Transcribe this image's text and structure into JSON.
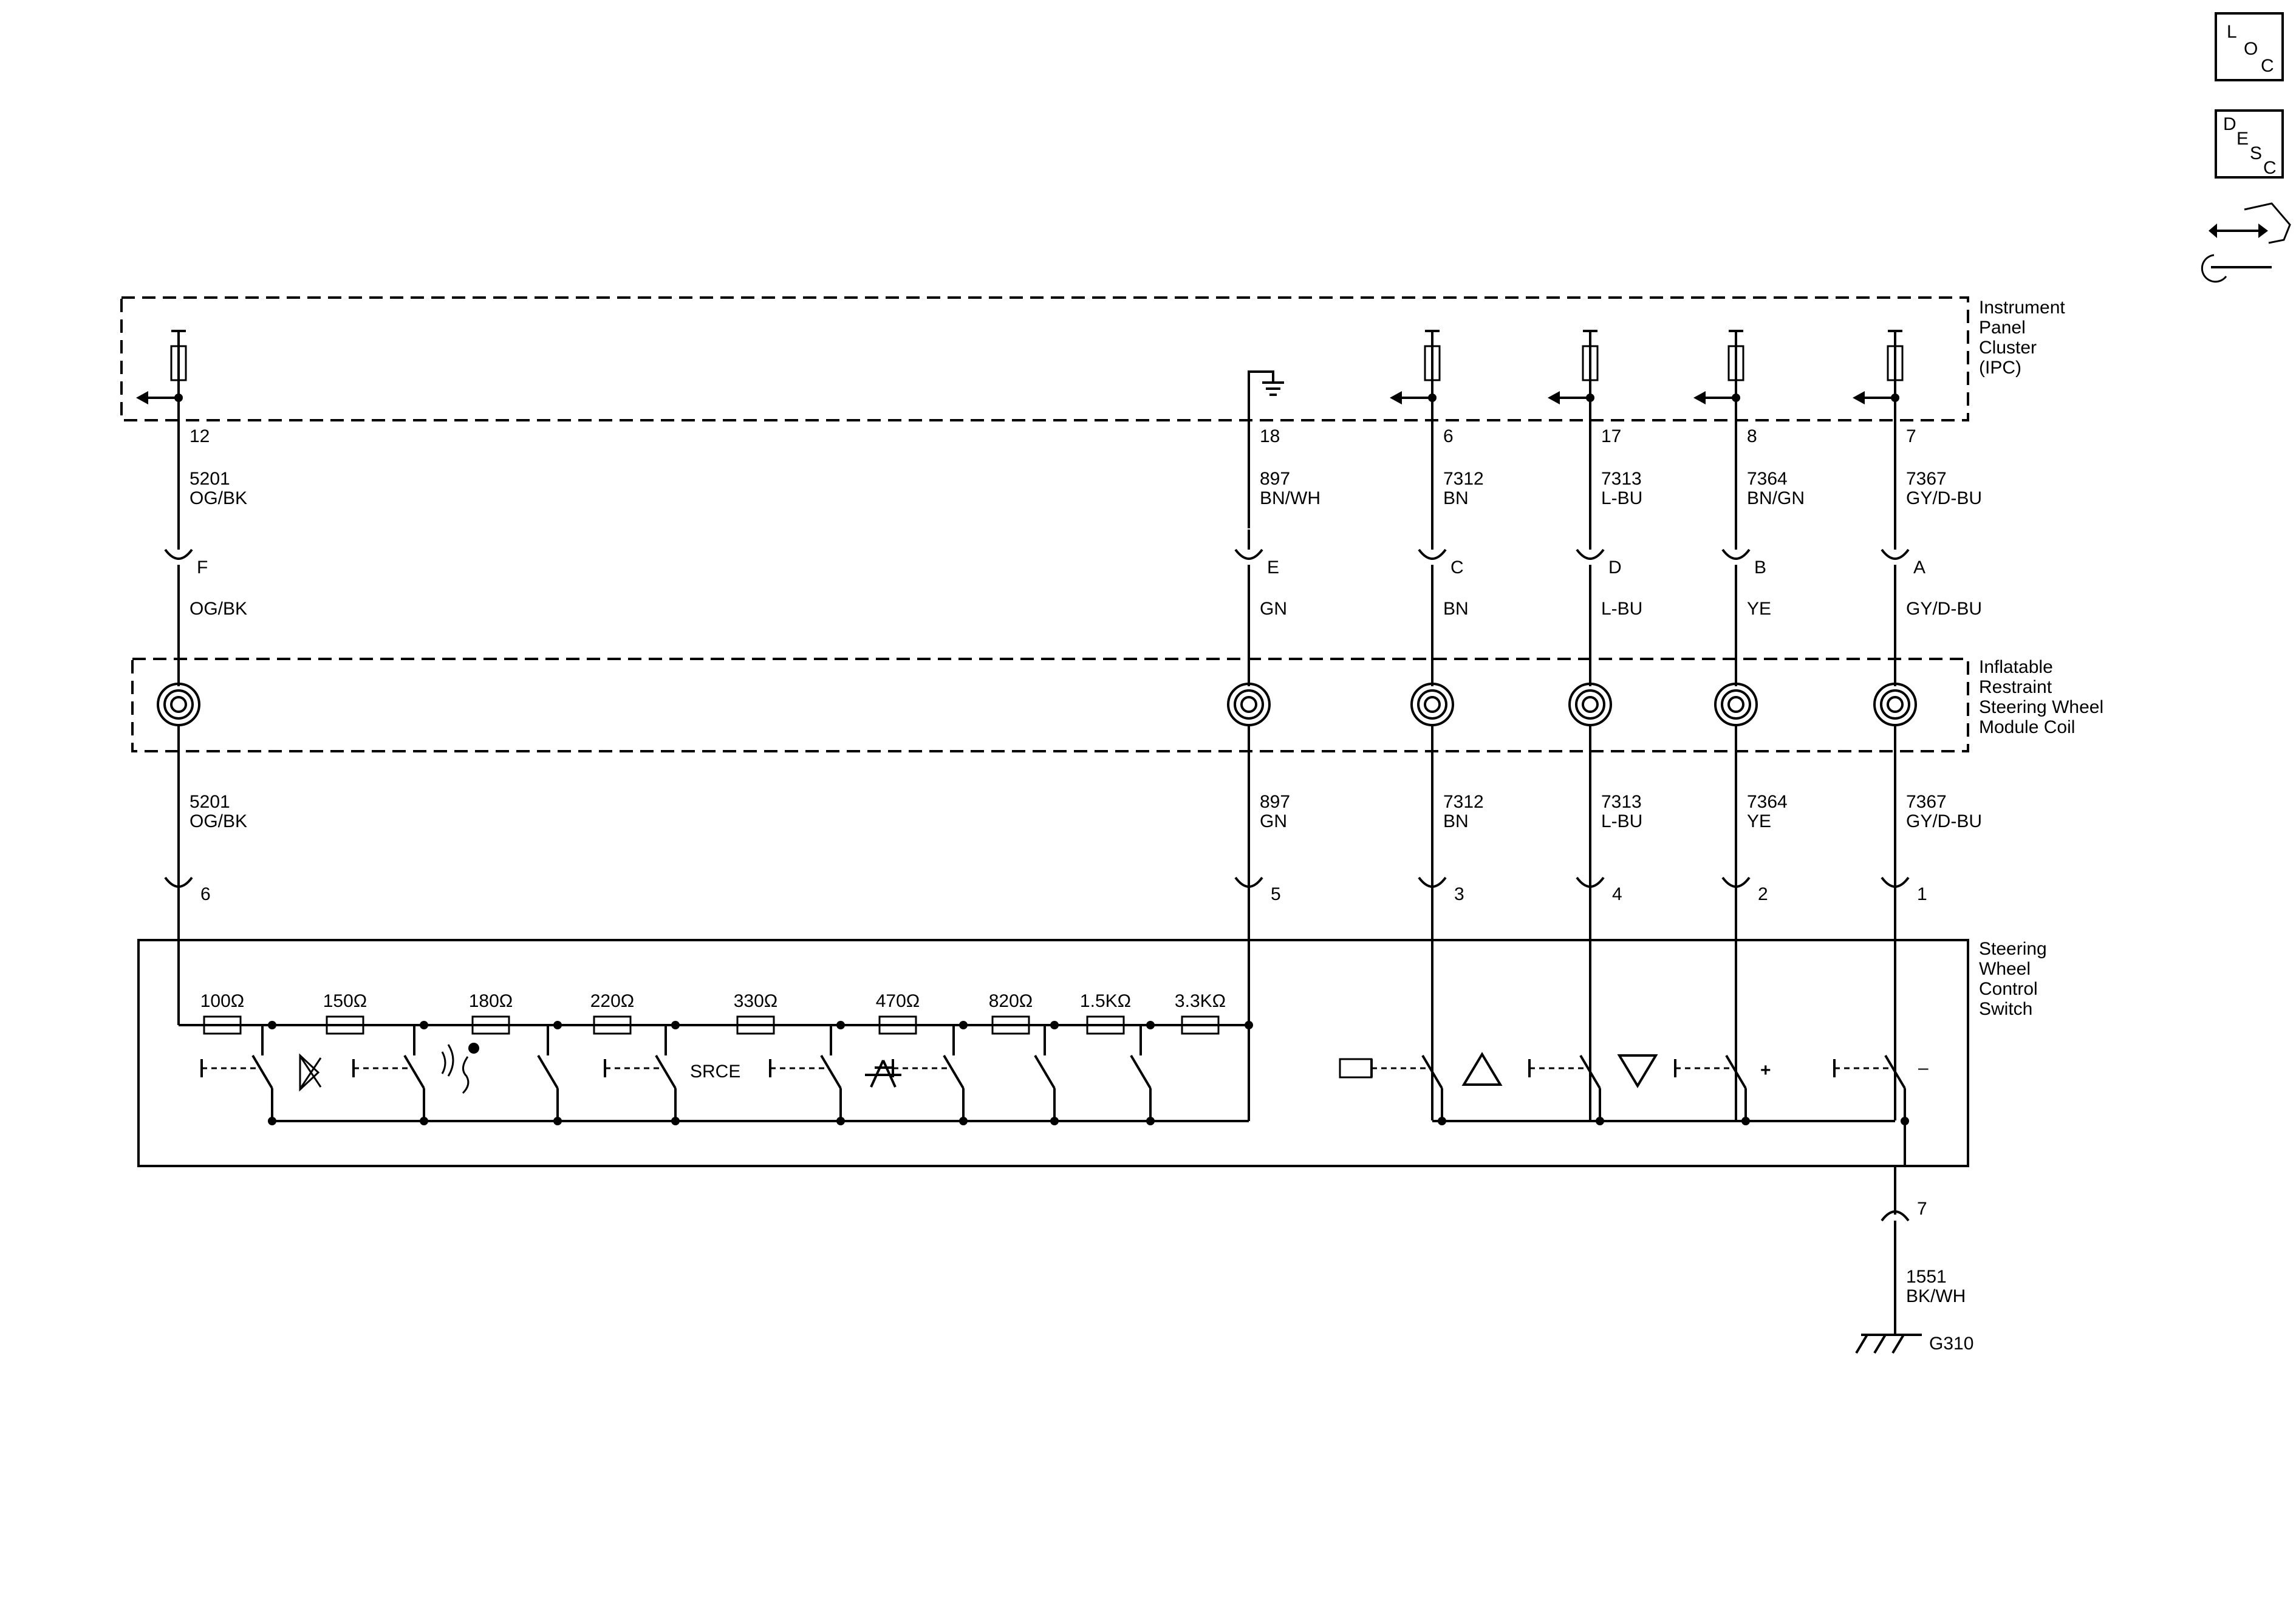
{
  "nav_icons": {
    "loc": [
      "L",
      "O",
      "C"
    ],
    "desc": [
      "D",
      "E",
      "S",
      "C"
    ]
  },
  "components": {
    "ipc": [
      "Instrument",
      "Panel",
      "Cluster",
      "(IPC)"
    ],
    "coil": [
      "Inflatable",
      "Restraint",
      "Steering Wheel",
      "Module Coil"
    ],
    "swc": [
      "Steering",
      "Wheel",
      "Control",
      "Switch"
    ]
  },
  "circuits": [
    {
      "ipc_pin": "12",
      "upper_circuit": "5201",
      "upper_color": "OG/BK",
      "inline_pin": "F",
      "mid_color": "OG/BK",
      "lower_circuit": "5201",
      "lower_color": "OG/BK",
      "switch_pin": "6"
    },
    {
      "ipc_pin": "18",
      "upper_circuit": "897",
      "upper_color": "BN/WH",
      "inline_pin": "E",
      "mid_color": "GN",
      "lower_circuit": "897",
      "lower_color": "GN",
      "switch_pin": "5"
    },
    {
      "ipc_pin": "6",
      "upper_circuit": "7312",
      "upper_color": "BN",
      "inline_pin": "C",
      "mid_color": "BN",
      "lower_circuit": "7312",
      "lower_color": "BN",
      "switch_pin": "3"
    },
    {
      "ipc_pin": "17",
      "upper_circuit": "7313",
      "upper_color": "L-BU",
      "inline_pin": "D",
      "mid_color": "L-BU",
      "lower_circuit": "7313",
      "lower_color": "L-BU",
      "switch_pin": "4"
    },
    {
      "ipc_pin": "8",
      "upper_circuit": "7364",
      "upper_color": "BN/GN",
      "inline_pin": "B",
      "mid_color": "YE",
      "lower_circuit": "7364",
      "lower_color": "YE",
      "switch_pin": "2"
    },
    {
      "ipc_pin": "7",
      "upper_circuit": "7367",
      "upper_color": "GY/D-BU",
      "inline_pin": "A",
      "mid_color": "GY/D-BU",
      "lower_circuit": "7367",
      "lower_color": "GY/D-BU",
      "switch_pin": "1"
    }
  ],
  "resistors": [
    "100Ω",
    "150Ω",
    "180Ω",
    "220Ω",
    "330Ω",
    "470Ω",
    "820Ω",
    "1.5KΩ",
    "3.3KΩ"
  ],
  "switch_labels": {
    "source": "SRCE",
    "plus": "+",
    "minus": "–"
  },
  "ground": {
    "pin": "7",
    "circuit": "1551",
    "color": "BK/WH",
    "ground_id": "G310"
  }
}
